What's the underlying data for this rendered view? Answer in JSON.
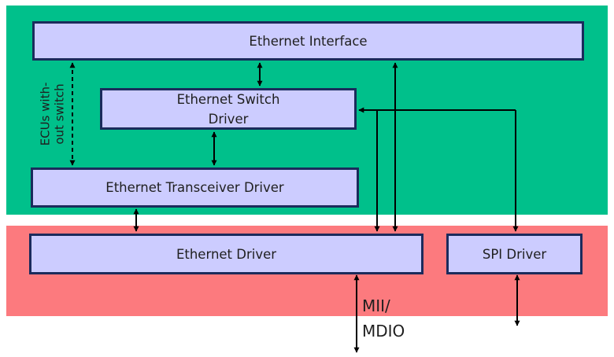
{
  "layers": {
    "upper_color": "#00c08b",
    "lower_color": "#fc7a7e"
  },
  "box_fill": "#ccccff",
  "box_border": "#1b2b5c",
  "boxes": {
    "ethernet_interface": "Ethernet Interface",
    "ethernet_switch_driver_line1": "Ethernet Switch",
    "ethernet_switch_driver_line2": "Driver",
    "ethernet_transceiver_driver": "Ethernet Transceiver Driver",
    "ethernet_driver": "Ethernet Driver",
    "spi_driver": "SPI Driver"
  },
  "labels": {
    "ecus_line1": "ECUs with-",
    "ecus_line2": "out switch",
    "mii_line1": "MII/",
    "mii_line2": "MDIO"
  }
}
